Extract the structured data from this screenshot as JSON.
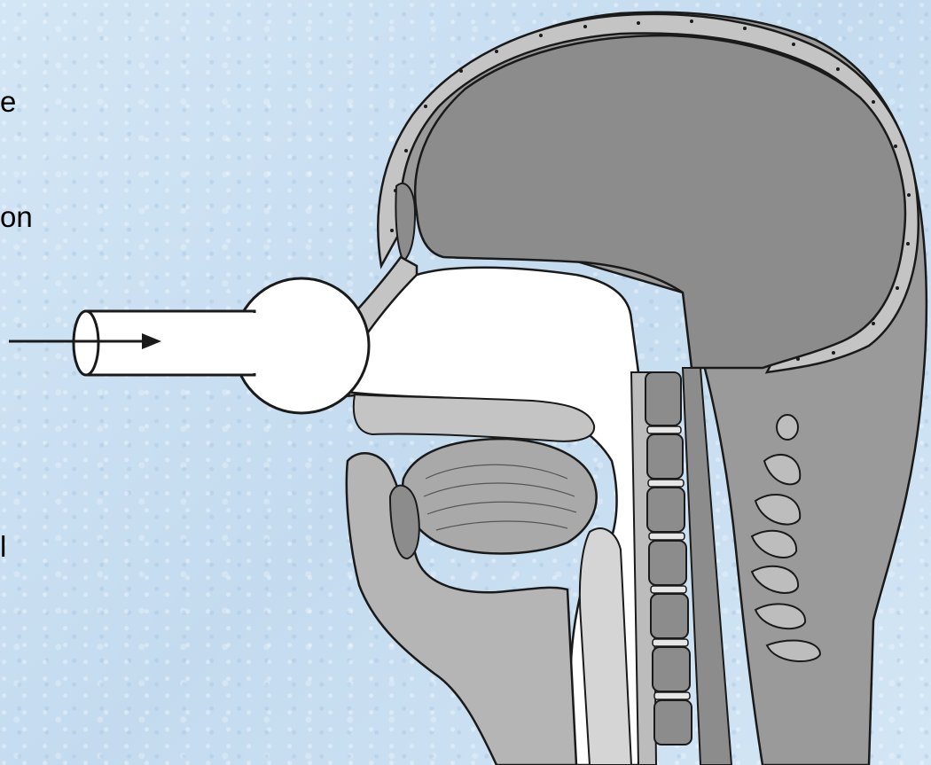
{
  "text_fragments": [
    "e",
    "on",
    "l"
  ],
  "colors": {
    "background": "#cfe3f3",
    "brain": "#8c8c8c",
    "skull": "#bdbdbd",
    "outline": "#1a1a1a",
    "cavity": "#ffffff",
    "tissue": "#a9a9a9"
  },
  "icons": [
    "airflow-arrow-icon",
    "mask-bulb-icon",
    "head-cross-section-illustration"
  ]
}
